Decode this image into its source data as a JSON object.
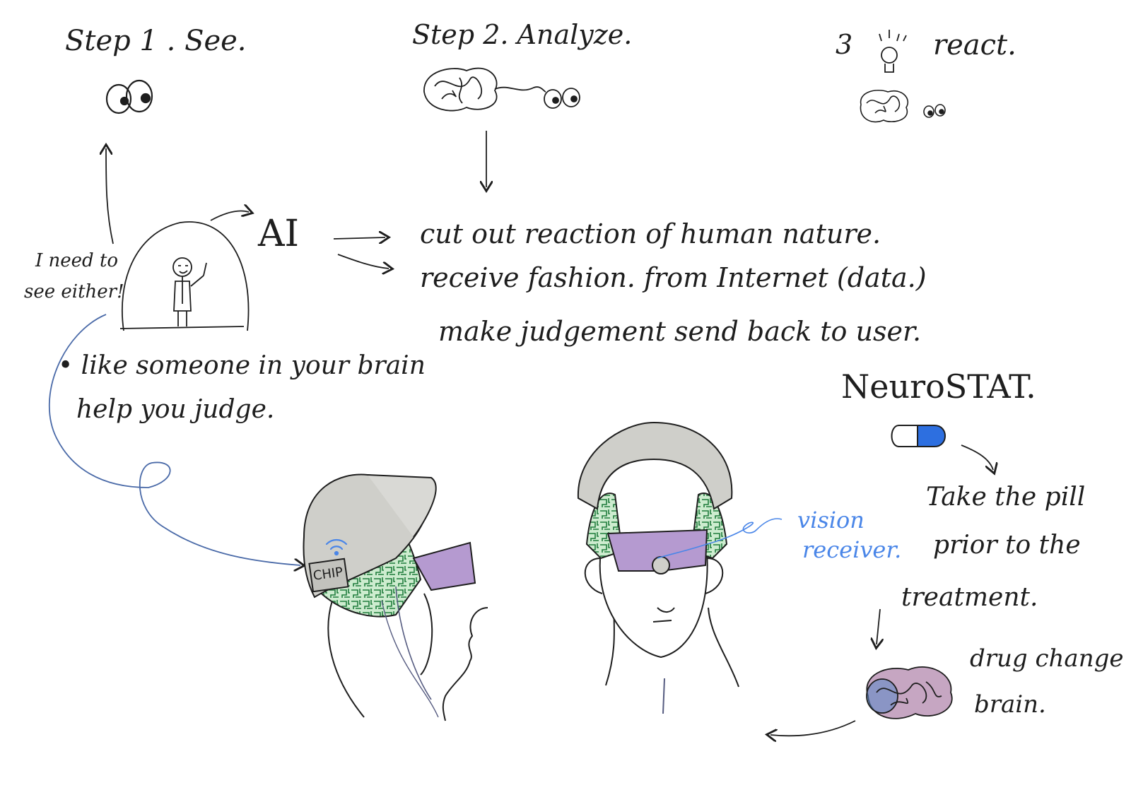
{
  "steps": {
    "step1": "Step 1 . See.",
    "step2": "Step 2. Analyze.",
    "step3_num": "3",
    "step3_word": "react."
  },
  "ai": {
    "label": "AI",
    "lines": [
      "cut out reaction of human nature.",
      "receive fashion. from Internet (data.)",
      "make judgement send back to user."
    ]
  },
  "person": {
    "speech_line1": "I need to",
    "speech_line2": "see either!"
  },
  "note": {
    "line1": "• like someone in your brain",
    "line2": "help you judge."
  },
  "helmet": {
    "chip_label": "CHIP",
    "vision_label_line1": "vision",
    "vision_label_line2": "receiver."
  },
  "drug": {
    "title": "NeuroSTAT.",
    "instruction_line1": "Take the pill",
    "instruction_line2": "prior to the",
    "instruction_line3": "treatment.",
    "effect_line1": "drug change",
    "effect_line2": "brain."
  },
  "colors": {
    "ink": "#1e1e1e",
    "blue_annotation": "#4a86e8",
    "blue_line": "#4a6aa8",
    "helmet_grey": "#c9c9c4",
    "circuit_green": "#2e9b4e",
    "visor_purple": "#b59ad0",
    "pill_blue": "#2d6fe0",
    "brain_pink": "#c6a6c2"
  }
}
